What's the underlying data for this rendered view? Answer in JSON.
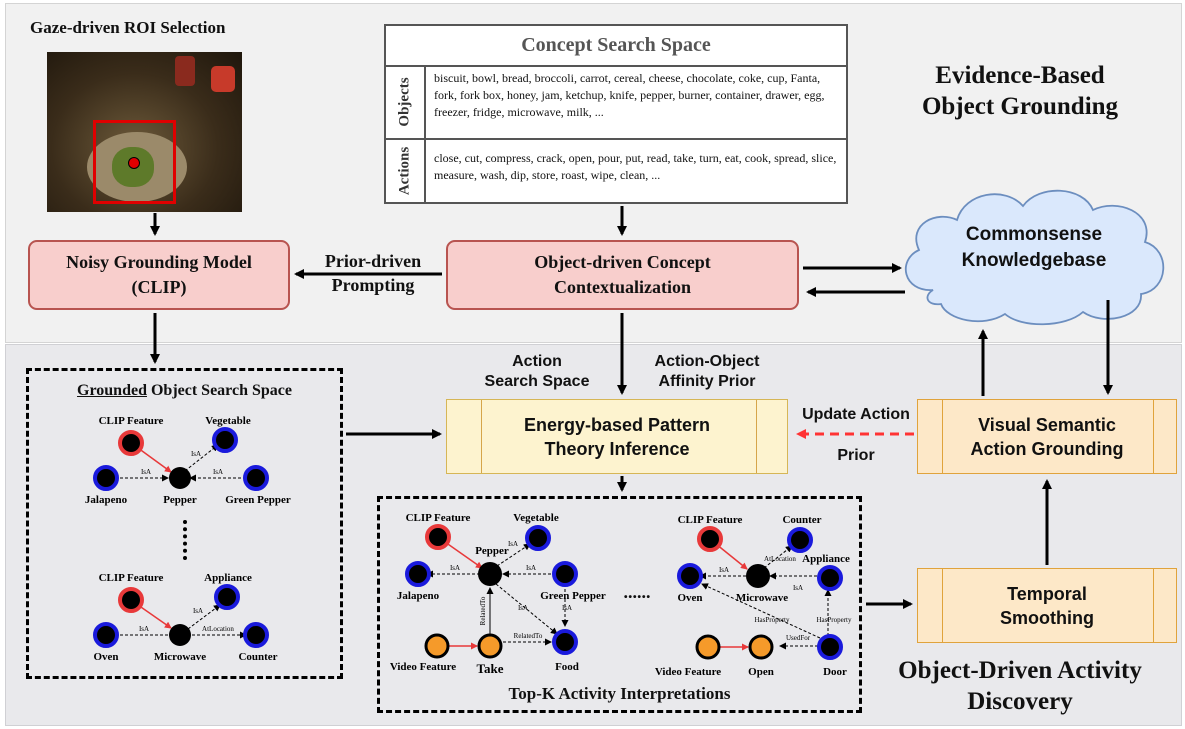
{
  "roi": {
    "title": "Gaze-driven ROI Selection"
  },
  "concept_space": {
    "title": "Concept Search Space",
    "objects_label": "Objects",
    "objects_text": "biscuit, bowl, bread, broccoli, carrot, cereal, cheese, chocolate, coke, cup, Fanta, fork, fork box, honey, jam, ketchup, knife, pepper, burner, container, drawer, egg, freezer, fridge, microwave, milk, ...",
    "actions_label": "Actions",
    "actions_text": "close, cut, compress, crack, open, pour, put, read, take, turn, eat, cook, spread, slice, measure, wash, dip, store, roast, wipe, clean, ..."
  },
  "headings": {
    "evidence_line1": "Evidence-Based",
    "evidence_line2": "Object Grounding",
    "activity_line1": "Object-Driven Activity",
    "activity_line2": "Discovery"
  },
  "boxes": {
    "noisy_line1": "Noisy Grounding Model",
    "noisy_line2": "(CLIP)",
    "concept_ctx_line1": "Object-driven Concept",
    "concept_ctx_line2": "Contextualization",
    "kb_line1": "Commonsense",
    "kb_line2": "Knowledgebase",
    "energy_line1": "Energy-based Pattern",
    "energy_line2": "Theory Inference",
    "vsag_line1": "Visual Semantic",
    "vsag_line2": "Action Grounding",
    "temporal_line1": "Temporal",
    "temporal_line2": "Smoothing"
  },
  "arrow_labels": {
    "prior_driven_line1": "Prior-driven",
    "prior_driven_line2": "Prompting",
    "action_space_line1": "Action",
    "action_space_line2": "Search Space",
    "affinity_line1": "Action-Object",
    "affinity_line2": "Affinity Prior",
    "update_action": "Update Action",
    "prior": "Prior"
  },
  "grounded": {
    "title_underlined": "Grounded",
    "title_rest": " Object Search Space",
    "graph1": {
      "clip": "CLIP Feature",
      "vegetable": "Vegetable",
      "jalapeno": "Jalapeno",
      "pepper": "Pepper",
      "green_pepper": "Green Pepper",
      "isa": "IsA"
    },
    "graph2": {
      "clip": "CLIP Feature",
      "appliance": "Appliance",
      "oven": "Oven",
      "microwave": "Microwave",
      "counter": "Counter",
      "isa": "IsA",
      "atlocation": "AtLocation"
    }
  },
  "topk": {
    "title": "Top-K Activity Interpretations",
    "left": {
      "clip": "CLIP Feature",
      "vegetable": "Vegetable",
      "pepper": "Pepper",
      "jalapeno": "Jalapeno",
      "green_pepper": "Green Pepper",
      "video": "Video Feature",
      "take": "Take",
      "food": "Food",
      "isa": "IsA",
      "relatedto": "RelatedTo"
    },
    "right": {
      "clip": "CLIP Feature",
      "counter": "Counter",
      "appliance": "Appliance",
      "oven": "Oven",
      "microwave": "Microwave",
      "video": "Video Feature",
      "open": "Open",
      "door": "Door",
      "isa": "IsA",
      "atlocation": "AtLocation",
      "hasproperty": "HasProperty",
      "usedfor": "UsedFor"
    },
    "dots": "......"
  },
  "colors": {
    "pink_fill": "#f8cecc",
    "orange_fill": "#fde8c8",
    "yellow_fill": "#fdf3cf",
    "cloud_fill": "#dae8fc",
    "red_node": "#e8393a",
    "blue_ring": "#1a1adc",
    "orange_node": "#f59a2a",
    "dashed_red": "#ff3333"
  }
}
